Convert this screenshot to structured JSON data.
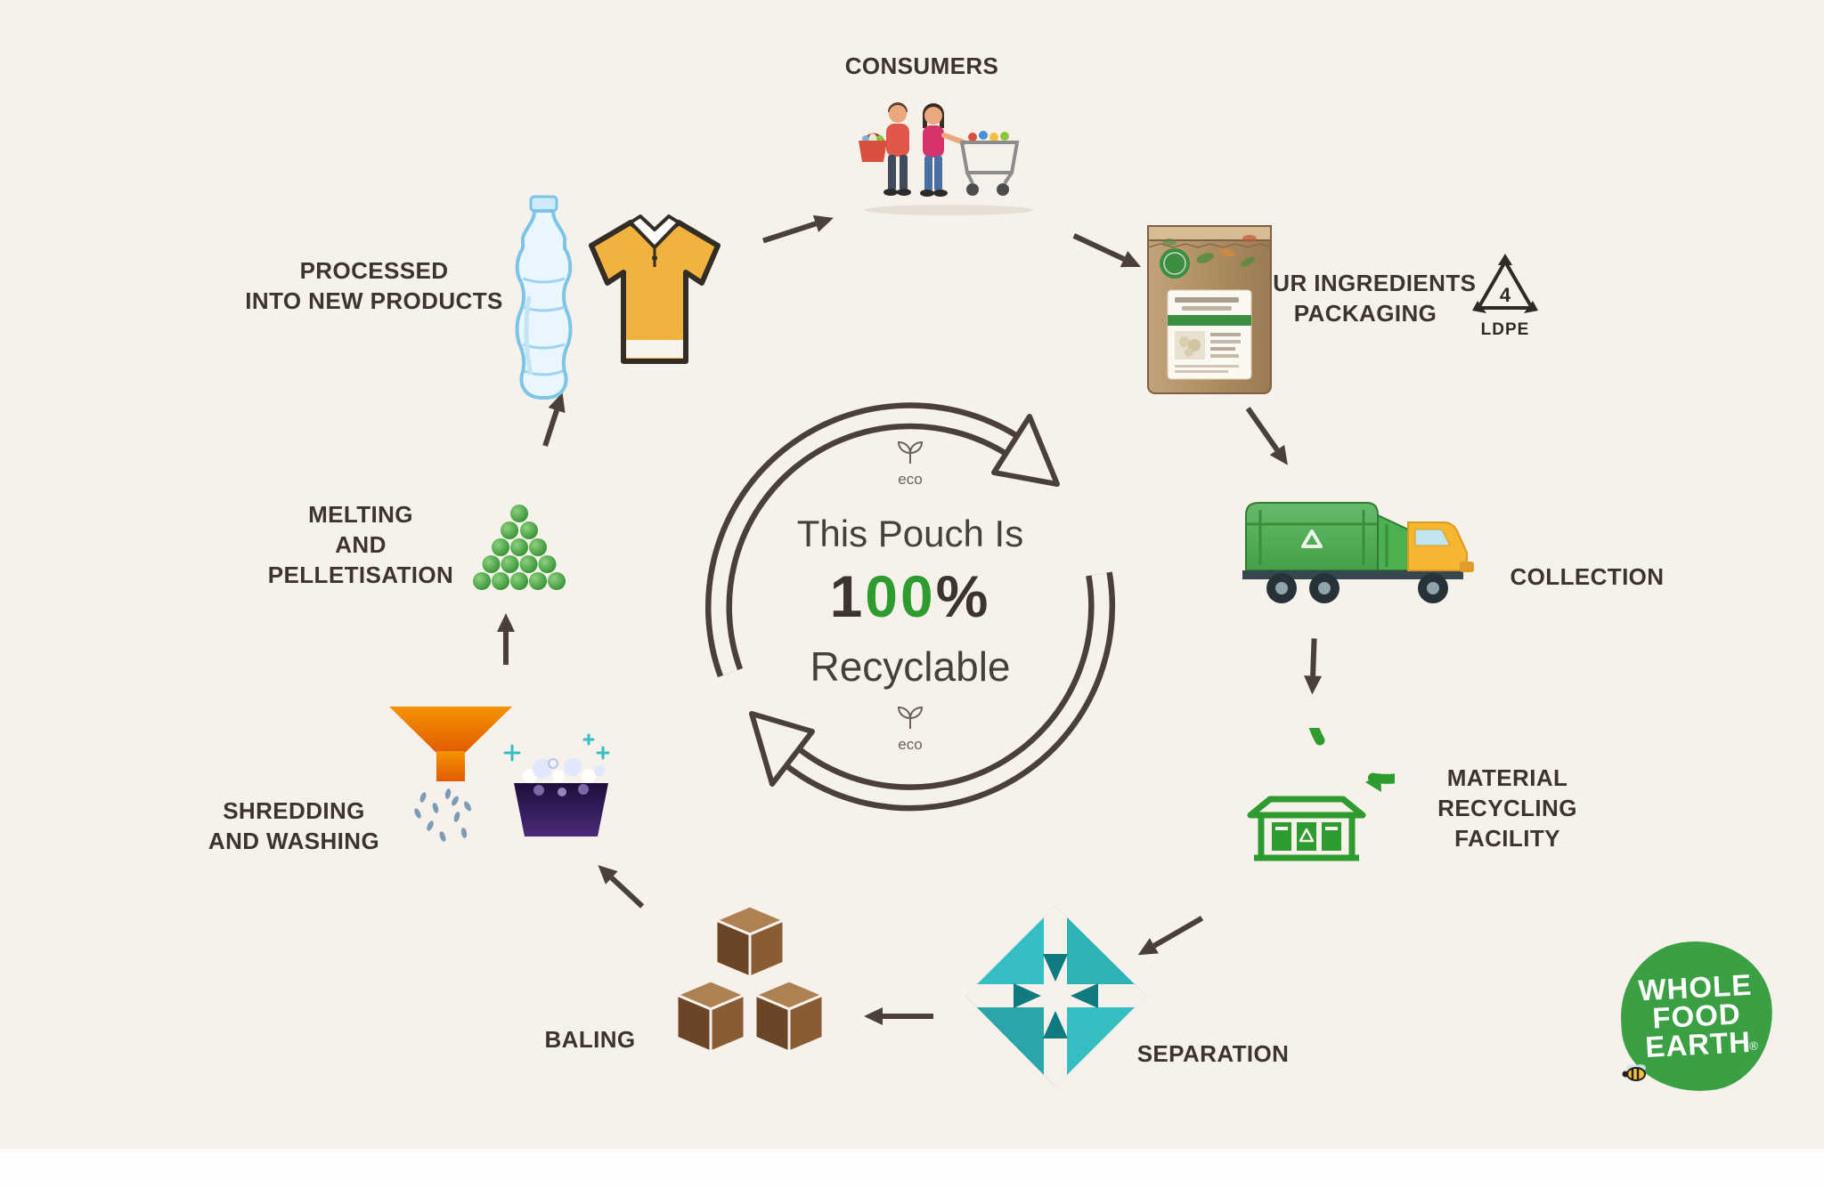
{
  "center": {
    "eco_top": "eco",
    "eco_bottom": "eco",
    "line1": "This Pouch Is",
    "big_value": "100%",
    "big_parts": [
      "1",
      "0",
      "0",
      "%"
    ],
    "line3": "Recyclable"
  },
  "stages": {
    "consumers": {
      "label": "CONSUMERS"
    },
    "packaging": {
      "label": "OUR INGREDIENTS\nPACKAGING",
      "resin_number": "4",
      "resin_text": "LDPE"
    },
    "collection": {
      "label": "COLLECTION"
    },
    "mrf": {
      "label": "MATERIAL\nRECYCLING\nFACILITY"
    },
    "separation": {
      "label": "SEPARATION"
    },
    "baling": {
      "label": "BALING"
    },
    "shredding": {
      "label": "SHREDDING\nAND WASHING"
    },
    "melting": {
      "label": "MELTING\nAND\nPELLETISATION"
    },
    "processed": {
      "label": "PROCESSED\nINTO NEW PRODUCTS"
    }
  },
  "logo": {
    "name": "WHOLE\nFOOD\nEARTH",
    "registered": "®"
  },
  "colors": {
    "background": "#f6f1eb",
    "text": "#3b352e",
    "green": "#2e9b2e",
    "ring": "#4a4039",
    "teal": "#35bfc2"
  }
}
